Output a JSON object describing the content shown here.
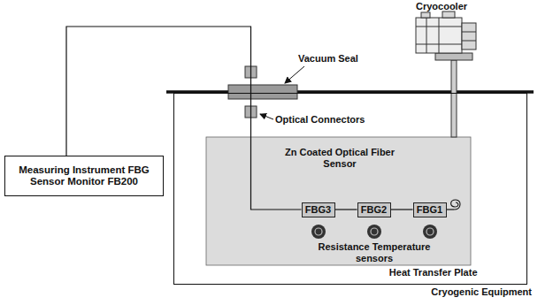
{
  "diagram": {
    "nodes": [
      {
        "text": [
          "Measuring Instrument FBG Sensor Monitor FB200"
        ]
      },
      {
        "text": [
          "Cryogenic Equipment"
        ]
      },
      {
        "text": [
          "Heat Transfer Plate"
        ],
        "in": 1
      },
      {
        "text": [
          "FBG3"
        ],
        "in": 2
      },
      {
        "text": [
          "FBG2"
        ],
        "in": 2
      },
      {
        "text": [
          "FBG1"
        ],
        "in": 2
      }
    ],
    "edges": [
      {
        "from": 0,
        "to": 3,
        "arrow": "none"
      },
      {
        "from": 3,
        "to": 4,
        "arrow": "none"
      },
      {
        "from": 4,
        "to": 5,
        "arrow": "none"
      }
    ],
    "labels": [
      "Cryocooler",
      "Vacuum Seal",
      "Optical Connectors",
      "Zn Coated Optical Fiber Sensor",
      "Resistance Temperature sensors"
    ]
  }
}
